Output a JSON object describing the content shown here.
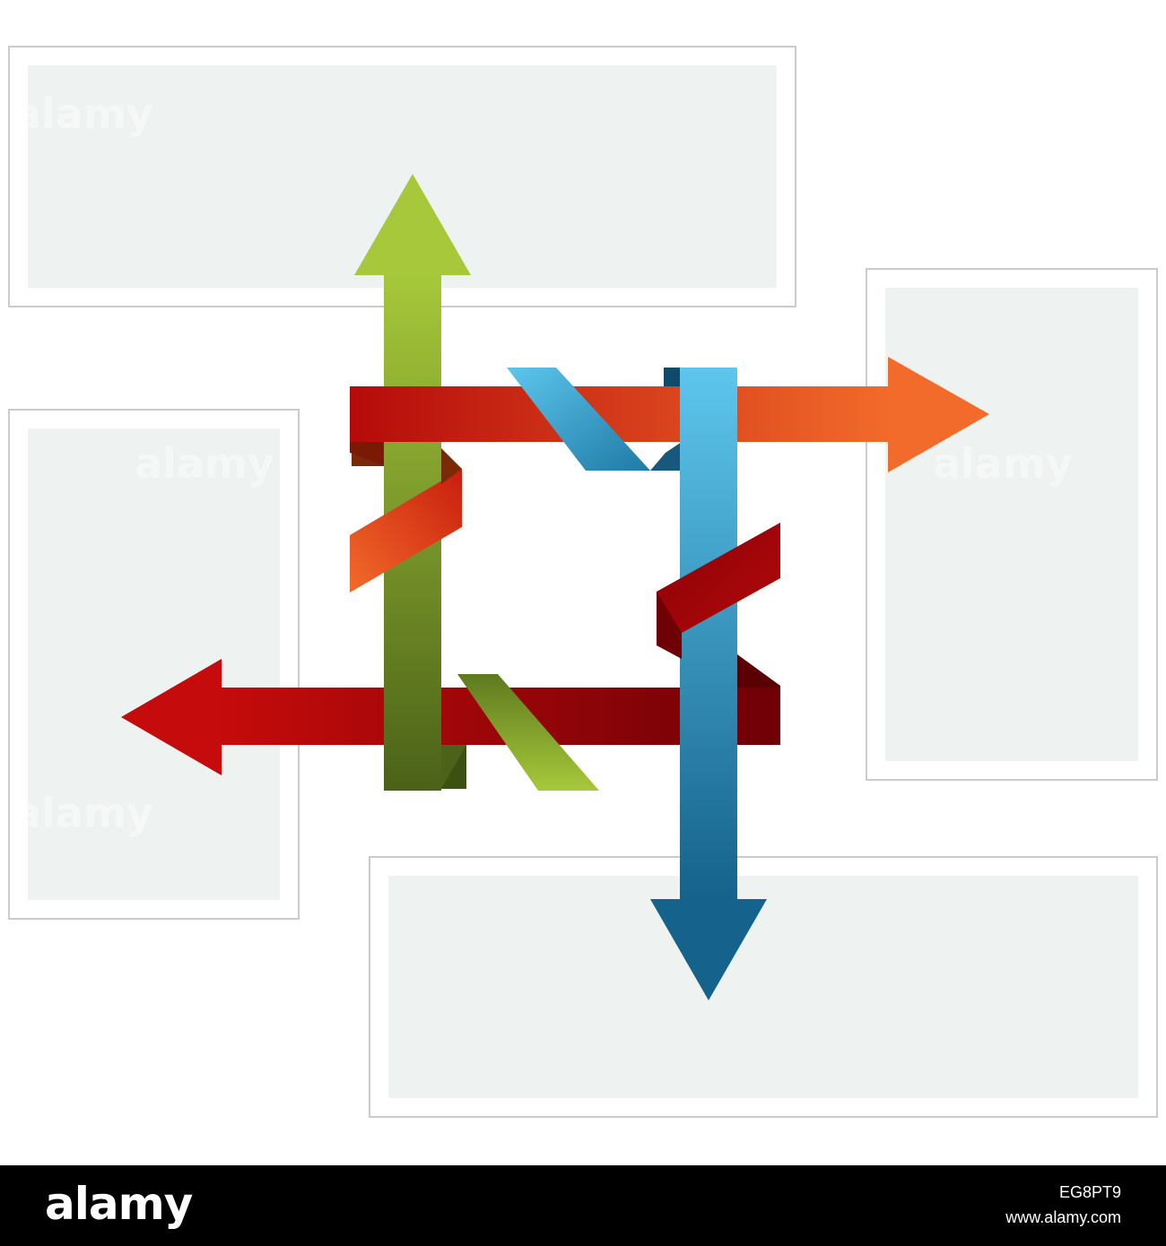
{
  "diagram": {
    "colors": {
      "box_fill": "#eef2f0",
      "box_frame": "#c9cccb",
      "green_light": "#a6c83a",
      "green_dark": "#4b6218",
      "red_light": "#f26b2a",
      "red_dark": "#b50a0a",
      "maroon": "#6e0006",
      "blue_light": "#5dc6ec",
      "blue_dark": "#15628c"
    },
    "text_boxes": [
      {
        "name": "top-text-box",
        "text": ""
      },
      {
        "name": "right-text-box",
        "text": ""
      },
      {
        "name": "left-text-box",
        "text": ""
      },
      {
        "name": "bottom-text-box",
        "text": ""
      }
    ],
    "arrows": [
      {
        "name": "green-up-arrow",
        "direction": "up"
      },
      {
        "name": "orange-right-arrow",
        "direction": "right"
      },
      {
        "name": "red-left-arrow",
        "direction": "left"
      },
      {
        "name": "blue-down-arrow",
        "direction": "down"
      }
    ]
  },
  "watermark": {
    "logo": "alamy",
    "image_id": "EG8PT9",
    "url": "www.alamy.com"
  }
}
